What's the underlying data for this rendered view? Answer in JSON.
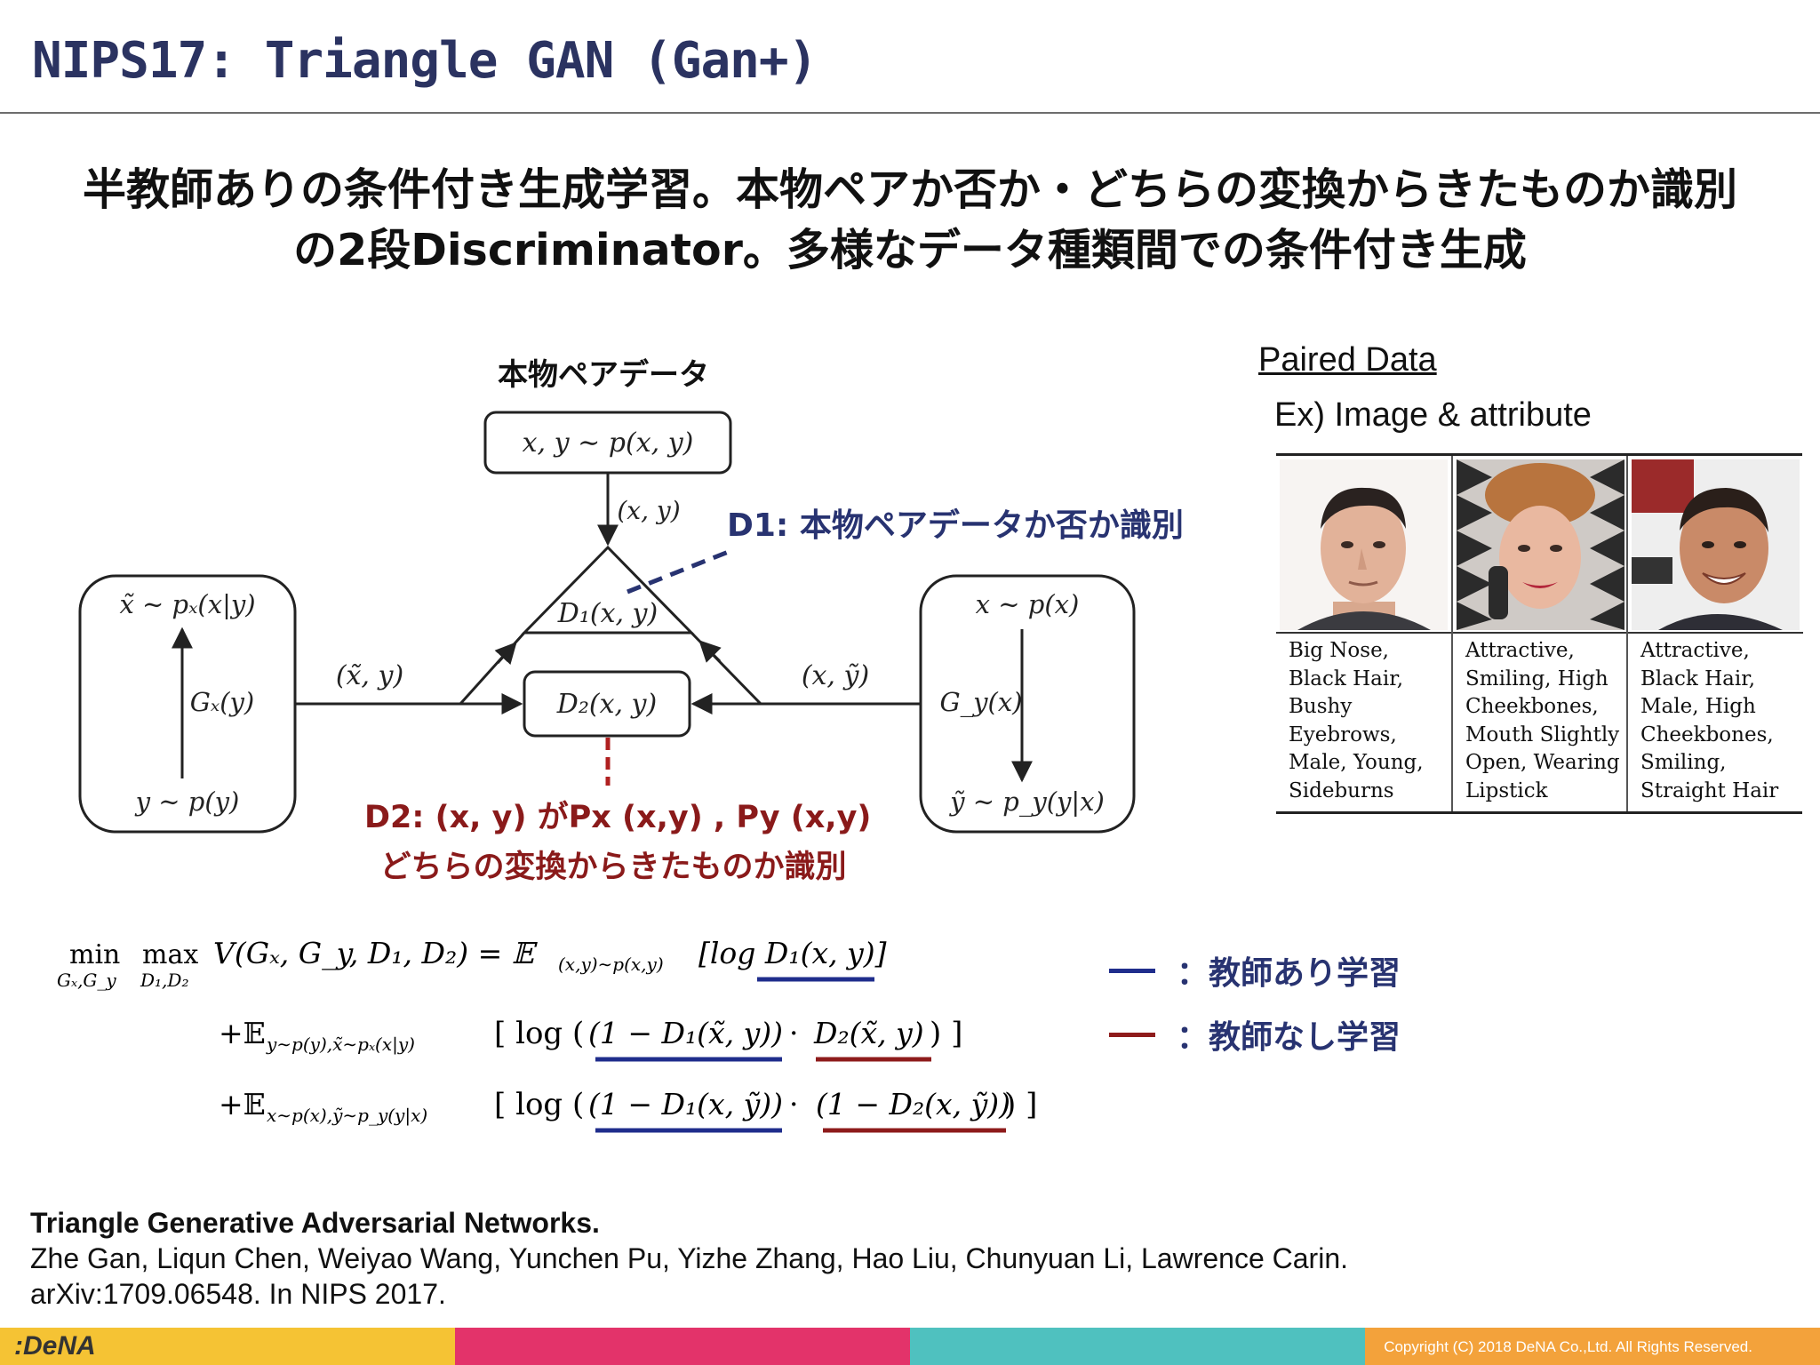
{
  "slide": {
    "title": "NIPS17: Triangle GAN (Gan+)",
    "subtitle_line1": "半教師ありの条件付き生成学習。本物ペアか否か・どちらの変換からきたものか識別",
    "subtitle_line2": "の2段Discriminator。多様なデータ種類間での条件付き生成"
  },
  "diagram": {
    "title": "本物ペアデータ",
    "top_box": "x, y ∼ p(x, y)",
    "top_edge": "(x, y)",
    "d1_node": "D₁(x, y)",
    "d2_node": "D₂(x, y)",
    "left_box_top": "x̃ ∼ pₓ(x|y)",
    "left_box_mid": "Gₓ(y)",
    "left_box_bottom": "y ∼ p(y)",
    "left_edge": "(x̃, y)",
    "right_box_top": "x ∼ p(x)",
    "right_box_mid": "G_y(x)",
    "right_box_bottom": "ỹ ∼ p_y(y|x)",
    "right_edge": "(x, ỹ)",
    "d1_label": "D1: 本物ペアデータか否か識別",
    "d2_label_line1": "D2: (x, y) がPx (x,y) , Py (x,y)",
    "d2_label_line2": "どちらの変換からきたものか識別"
  },
  "paired": {
    "title": "Paired Data",
    "subtitle": "Ex) Image & attribute",
    "faces": [
      {
        "lines": [
          "Big Nose,",
          "Black Hair,",
          "Bushy",
          "Eyebrows,",
          "Male, Young,",
          "Sideburns"
        ]
      },
      {
        "lines": [
          "Attractive,",
          "Smiling, High",
          "Cheekbones,",
          "Mouth Slightly",
          "Open, Wearing",
          "Lipstick"
        ]
      },
      {
        "lines": [
          "Attractive,",
          "Black Hair,",
          "Male, High",
          "Cheekbones,",
          "Smiling,",
          "Straight Hair"
        ]
      }
    ]
  },
  "equation": {
    "min": "min",
    "max": "max",
    "min_sub": "Gₓ,G_y",
    "max_sub": "D₁,D₂",
    "line1": "V(Gₓ, G_y, D₁, D₂) = 𝔼",
    "line1_sub": "(x,y)∼p(x,y)",
    "line1_tail": "[log D₁(x, y)]",
    "plus": "+𝔼",
    "line2_sub": "y∼p(y),x̃∼pₓ(x|y)",
    "line2_log": "[ log (",
    "line2_term1": "(1 − D₁(x̃, y))",
    "line2_dot": "·",
    "line2_term2": "D₂(x̃, y)",
    "line2_close": ") ]",
    "line3_sub": "x∼p(x),ỹ∼p_y(y|x)",
    "line3_log": "[ log (",
    "line3_term1": "(1 − D₁(x, ỹ))",
    "line3_dot": "·",
    "line3_term2": "(1 − D₂(x, ỹ))",
    "line3_close": ") ]"
  },
  "legend": [
    {
      "label": "：教師あり学習",
      "color": "#1f2d8c"
    },
    {
      "label": "：教師なし学習",
      "color": "#8e1b1b"
    }
  ],
  "reference": {
    "title": "Triangle Generative Adversarial Networks.",
    "authors": "Zhe Gan, Liqun Chen, Weiyao Wang, Yunchen Pu, Yizhe Zhang, Hao Liu, Chunyuan Li, Lawrence Carin.",
    "venue": "arXiv:1709.06548. In NIPS 2017."
  },
  "footer": {
    "logo": ":DeNA",
    "copyright": "Copyright (C) 2018 DeNA Co.,Ltd. All Rights Reserved."
  },
  "colors": {
    "title": "#2b3361",
    "supervised": "#1f2d8c",
    "unsupervised": "#8e1b1b",
    "footer_yellow": "#f5c334",
    "footer_pink": "#e3336a",
    "footer_teal": "#4fc1bf",
    "footer_orange": "#f3a23b"
  }
}
